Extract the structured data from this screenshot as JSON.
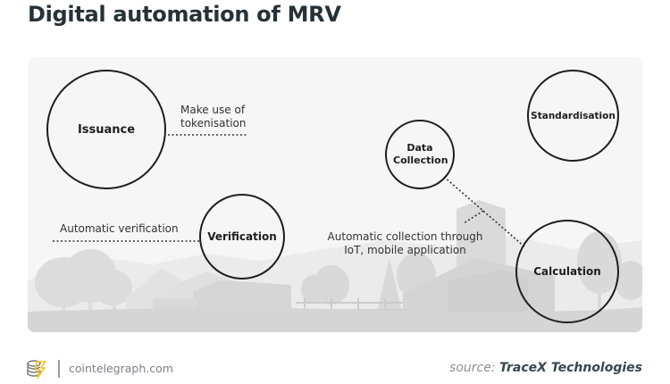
{
  "header": {
    "title": "Digital automation of MRV"
  },
  "diagram": {
    "nodes": [
      {
        "id": "issuance",
        "label": "Issuance"
      },
      {
        "id": "verification",
        "label": "Verification"
      },
      {
        "id": "data_collection",
        "label": "Data Collection"
      },
      {
        "id": "standardisation",
        "label": "Standardisation"
      },
      {
        "id": "calculation",
        "label": "Calculation"
      }
    ],
    "annotations": {
      "issuance": "Make use of tokenisation",
      "verification": "Automatic verification",
      "data_collection": "Automatic collection through IoT, mobile application"
    },
    "annotation_lines": {
      "tokenisation": [
        "Make use of",
        "tokenisation"
      ],
      "collection": [
        "Automatic collection through",
        "IoT, mobile application"
      ]
    }
  },
  "footer": {
    "site": "cointelegraph.com",
    "source_prefix": "source:",
    "source_name": "TraceX Technologies",
    "logo_icon": "coin-stack-lightning-icon",
    "logo_colors": {
      "coins": "#7a7a7a",
      "bolt": "#f5c518"
    }
  }
}
